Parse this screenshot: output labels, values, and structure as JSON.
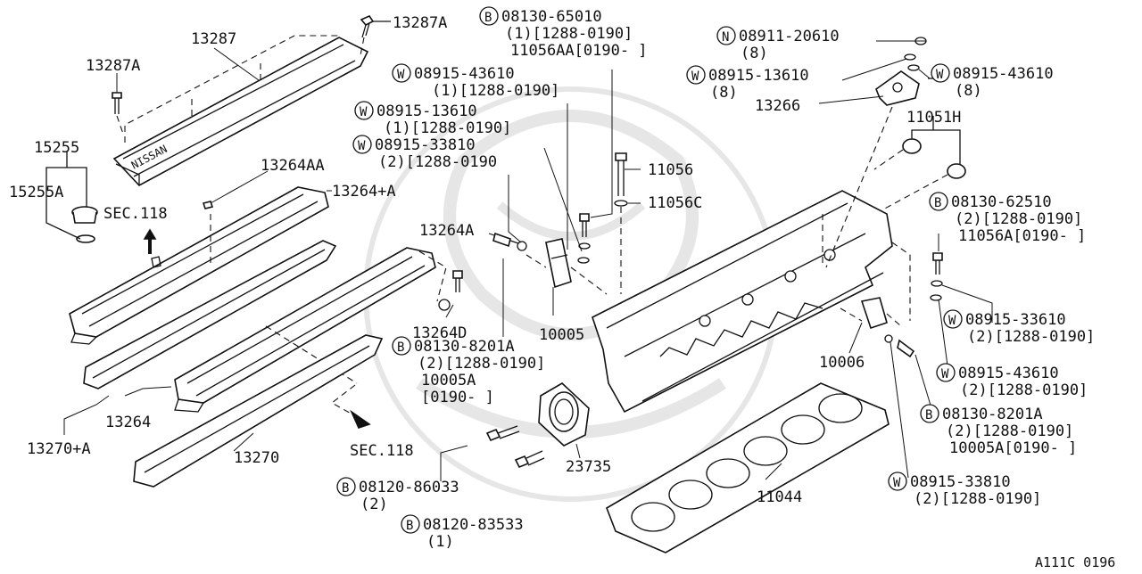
{
  "diagram_id": "A111C 0196",
  "labels": {
    "p13287": "13287",
    "p13287A_top": "13287A",
    "p13287A_left": "13287A",
    "p15255": "15255",
    "p15255A": "15255A",
    "sec118_top": "SEC.118",
    "p13264AA": "13264AA",
    "p13264plusA": "13264+A",
    "p13264A": "13264A",
    "p13264D": "13264D",
    "p13264": "13264",
    "p13270plusA": "13270+A",
    "p13270": "13270",
    "sec118_bottom": "SEC.118",
    "p10005": "10005",
    "p11056": "11056",
    "p11056C": "11056C",
    "p23735": "23735",
    "p11044": "11044",
    "p10006": "10006",
    "p13266": "13266",
    "p11051H": "11051H"
  },
  "callouts": [
    {
      "key": "b_65010",
      "badge": "B",
      "part": "08130-65010",
      "lines": [
        "(1)[1288-0190]",
        "11056AA[0190-  ]"
      ]
    },
    {
      "key": "w_43610_a",
      "badge": "W",
      "part": "08915-43610",
      "lines": [
        "(1)[1288-0190]"
      ]
    },
    {
      "key": "w_13610_a",
      "badge": "W",
      "part": "08915-13610",
      "lines": [
        "(1)[1288-0190]"
      ]
    },
    {
      "key": "w_33810_a",
      "badge": "W",
      "part": "08915-33810",
      "lines": [
        "(2)[1288-0190"
      ]
    },
    {
      "key": "n_20610",
      "badge": "N",
      "part": "08911-20610",
      "lines": [
        "(8)"
      ]
    },
    {
      "key": "w_13610_b",
      "badge": "W",
      "part": "08915-13610",
      "lines": [
        "(8)"
      ]
    },
    {
      "key": "w_43610_b",
      "badge": "W",
      "part": "08915-43610",
      "lines": [
        "(8)"
      ]
    },
    {
      "key": "b_62510",
      "badge": "B",
      "part": "08130-62510",
      "lines": [
        "(2)[1288-0190]",
        "11056A[0190-  ]"
      ]
    },
    {
      "key": "w_33610",
      "badge": "W",
      "part": "08915-33610",
      "lines": [
        "(2)[1288-0190]"
      ]
    },
    {
      "key": "w_43610_c",
      "badge": "W",
      "part": "08915-43610",
      "lines": [
        "(2)[1288-0190]"
      ]
    },
    {
      "key": "b_8201A_r",
      "badge": "B",
      "part": "08130-8201A",
      "lines": [
        "(2)[1288-0190]",
        "10005A[0190-  ]"
      ]
    },
    {
      "key": "w_33810_b",
      "badge": "W",
      "part": "08915-33810",
      "lines": [
        "(2)[1288-0190]"
      ]
    },
    {
      "key": "b_8201A_l",
      "badge": "B",
      "part": "08130-8201A",
      "lines": [
        "(2)[1288-0190]",
        "10005A",
        "[0190-  ]"
      ]
    },
    {
      "key": "b_86033",
      "badge": "B",
      "part": "08120-86033",
      "lines": [
        "(2)"
      ]
    },
    {
      "key": "b_83533",
      "badge": "B",
      "part": "08120-83533",
      "lines": [
        "(1)"
      ]
    }
  ]
}
